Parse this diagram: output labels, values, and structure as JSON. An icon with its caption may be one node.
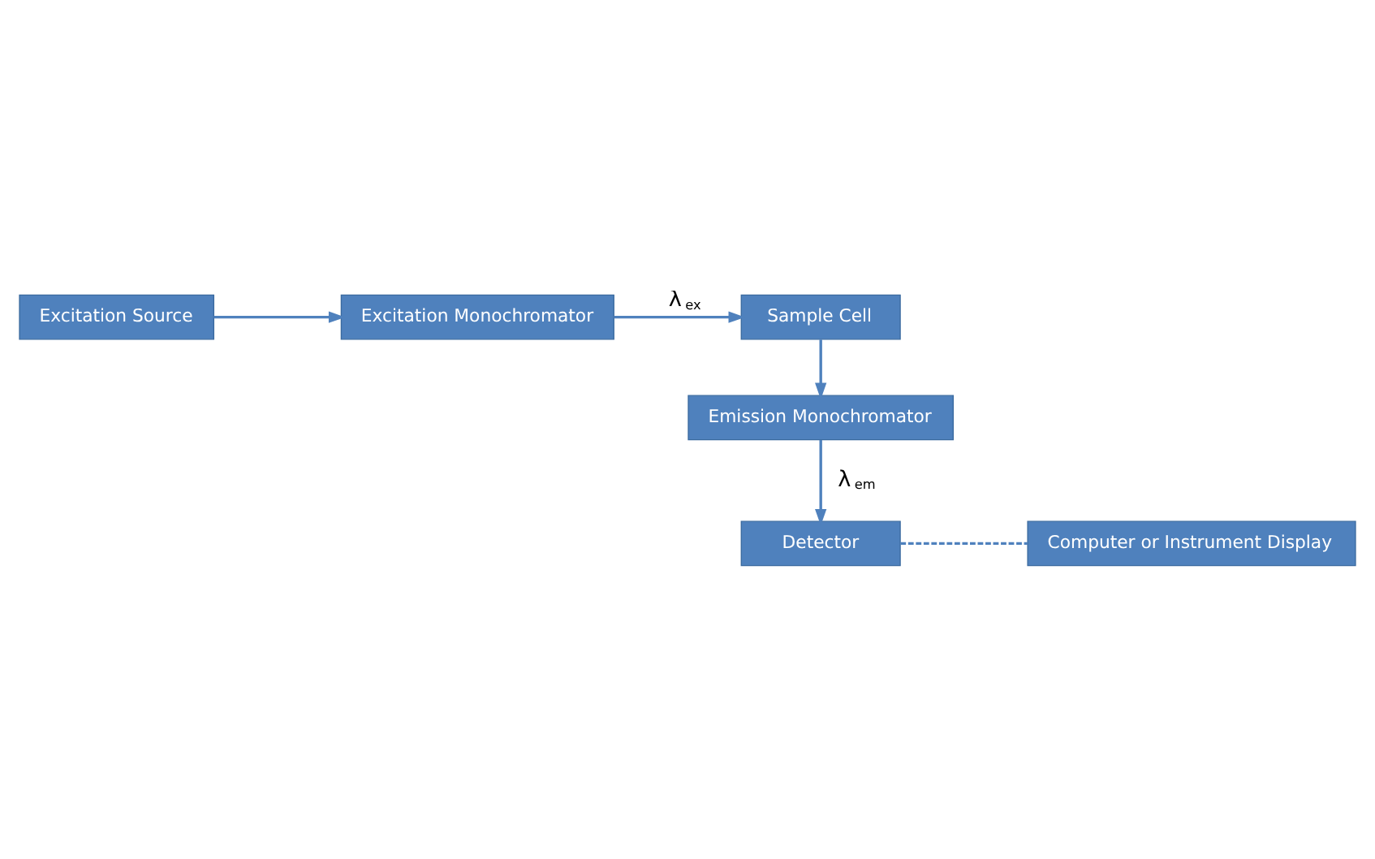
{
  "diagram": {
    "nodes": [
      {
        "text": [
          "Excitation Source"
        ]
      },
      {
        "text": [
          "Excitation Monochromator"
        ]
      },
      {
        "text": [
          "Sample Cell"
        ]
      },
      {
        "text": [
          "Emission Monochromator"
        ]
      },
      {
        "text": [
          "Computer or Instrument Display"
        ]
      },
      {
        "text": [
          "Detector"
        ]
      }
    ],
    "edges": [
      {
        "from": 0,
        "to": 1,
        "arrow": "to"
      },
      {
        "from": 1,
        "to": 2,
        "arrow": "to",
        "label": "λ$_{ex}$"
      },
      {
        "from": 2,
        "to": 3,
        "arrow": "to"
      },
      {
        "from": 3,
        "to": 5,
        "arrow": "to",
        "label": "λ$_{em}$"
      },
      {
        "from": 5,
        "to": 4,
        "arrow": "none",
        "style": "dashed"
      }
    ]
  }
}
